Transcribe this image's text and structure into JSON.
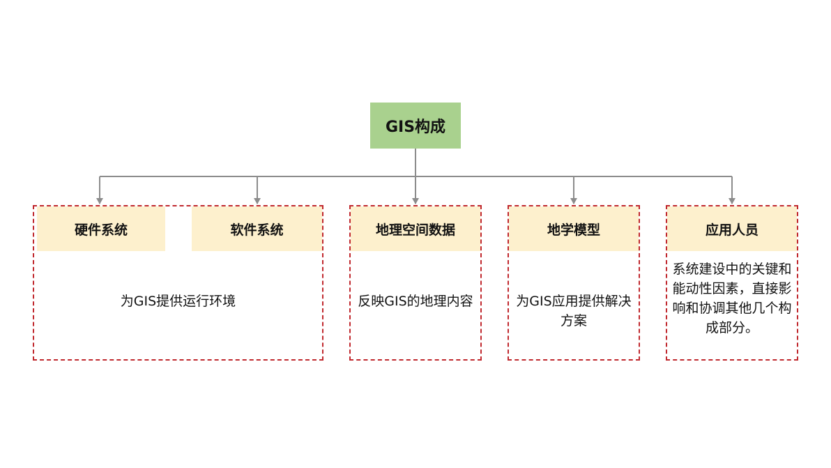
{
  "colors": {
    "root_fill": "#a9d18e",
    "header_fill": "#fdf0cd",
    "border": "#c0282e",
    "connector": "#8c8c8c"
  },
  "root": {
    "label": "GIS构成"
  },
  "groups": [
    {
      "headers": [
        "硬件系统",
        "软件系统"
      ],
      "description": "为GIS提供运行环境"
    },
    {
      "headers": [
        "地理空间数据"
      ],
      "description": "反映GIS的地理内容"
    },
    {
      "headers": [
        "地学模型"
      ],
      "description": "为GIS应用提供解决方案"
    },
    {
      "headers": [
        "应用人员"
      ],
      "description": "系统建设中的关键和能动性因素，直接影响和协调其他几个构成部分。"
    }
  ]
}
